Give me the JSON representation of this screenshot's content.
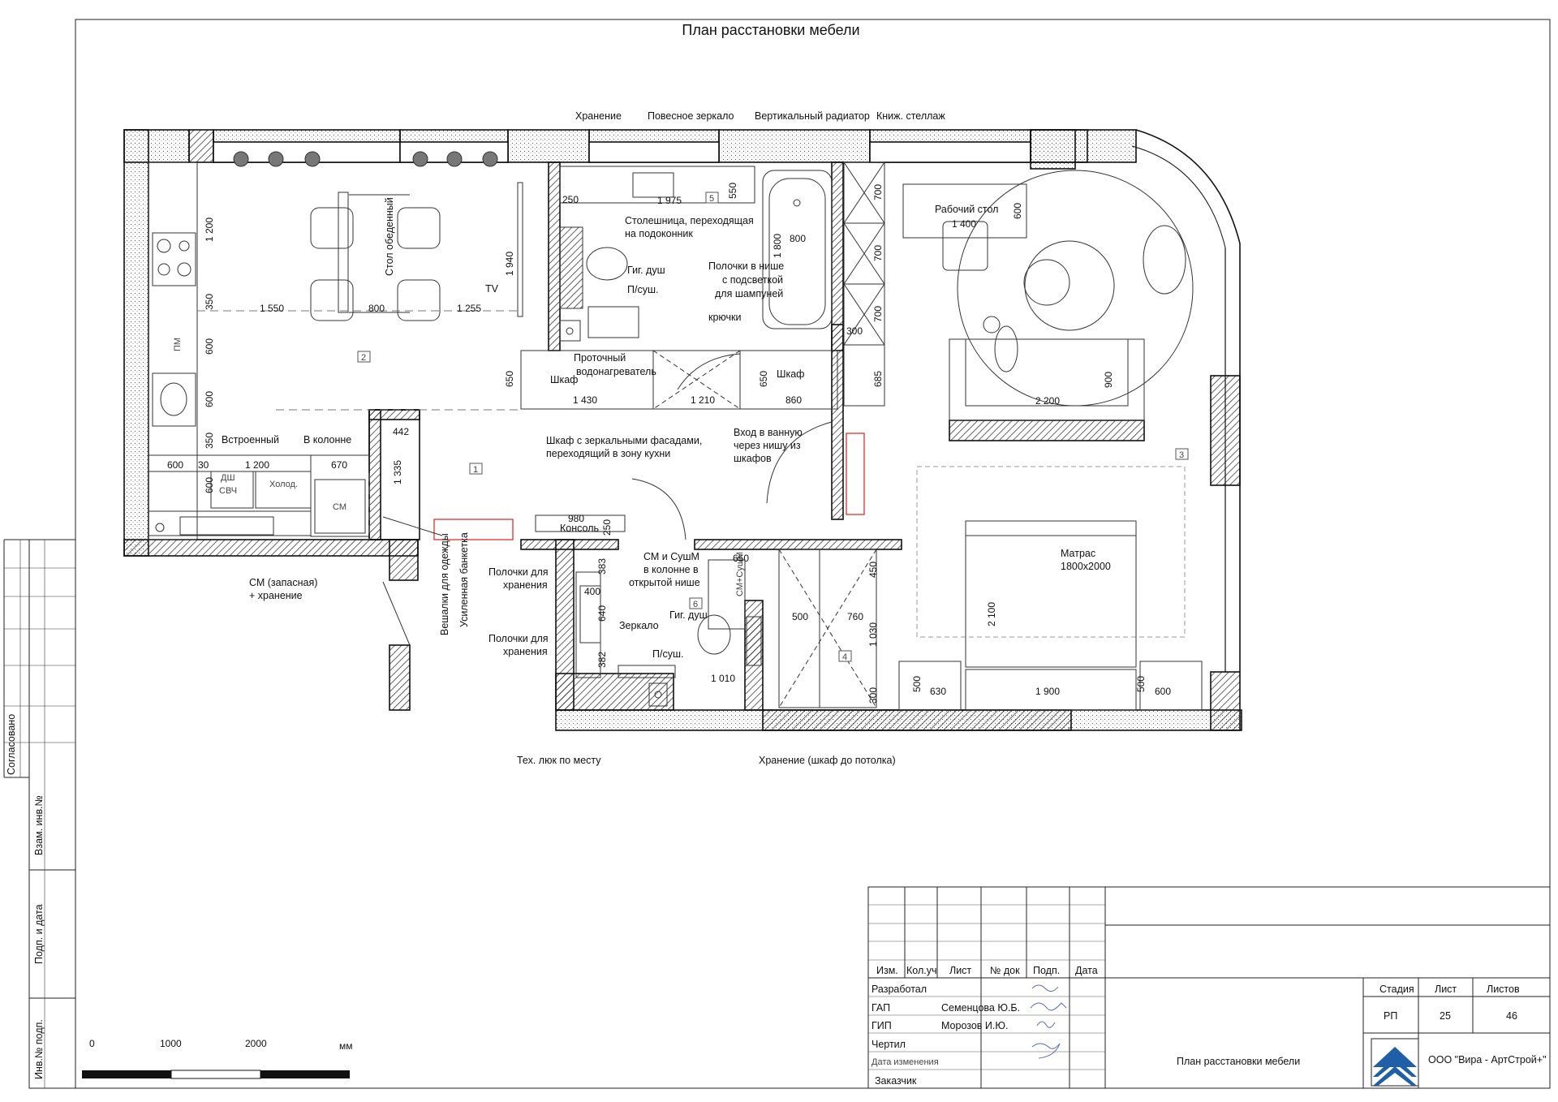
{
  "title": "План расстановки мебели",
  "callouts_top": [
    "Хранение",
    "Повесное зеркало",
    "Вертикальный радиатор",
    "Книж. стеллаж"
  ],
  "room_labels": {
    "dining_table": "Стол обеденный",
    "tv": "TV",
    "pm": "ПМ",
    "builtin": "Встроенный",
    "in_column": "В колонне",
    "dw": "ДШ",
    "mw": "СВЧ",
    "fridge": "Холод.",
    "wm": "СМ",
    "countertop": "Столешница, переходящая",
    "countertop2": "на подоконник",
    "hyg_shower": "Гиг. душ",
    "towel": "П/суш.",
    "shelves_niche1": "Полочки в нише",
    "shelves_niche2": "с подсветкой",
    "shelves_niche3": "для шампуней",
    "hooks": "крючки",
    "heater1": "Проточный",
    "heater2": "водонагреватель",
    "wardrobe": "Шкаф",
    "wardrobe2": "Шкаф",
    "mirror_wardrobe1": "Шкаф с зеркальными фасадами,",
    "mirror_wardrobe2": "переходящий в зону кухни",
    "bath_entry1": "Вход в ванную",
    "bath_entry2": "через нишу из",
    "bath_entry3": "шкафов",
    "desk": "Рабочий стол",
    "mattress1": "Матрас",
    "mattress2": "1800x2000",
    "console": "Консоль",
    "wm_dryer1": "СМ и СушМ",
    "wm_dryer2": "в колонне в",
    "wm_dryer3": "открытой нише",
    "wm_dryer_box": "СМ+СушМ",
    "shelves_storage1": "Полочки для",
    "shelves_storage2": "хранения",
    "shelves_storage3": "Полочки для",
    "shelves_storage4": "хранения",
    "mirror": "Зеркало",
    "hyg_shower2": "Гиг. душ",
    "towel2": "П/суш.",
    "hangers": "Вешалки для одежды",
    "bench": "Усиленная банкетка",
    "wm_spare1": "СМ (запасная)",
    "wm_spare2": "+ хранение",
    "tech_hatch": "Тех. люк по месту",
    "storage_ceiling": "Хранение (шкаф до потолка)"
  },
  "room_numbers": [
    "1",
    "2",
    "3",
    "4",
    "5",
    "6"
  ],
  "dimensions": {
    "d1200": "1 200",
    "d350": "350",
    "d600a": "600",
    "d600b": "600",
    "d350b": "350",
    "d1550": "1 550",
    "d800": "800",
    "d1255": "1 255",
    "d1940": "1 940",
    "d600c": "600",
    "d30": "30",
    "d1200b": "1 200",
    "d670": "670",
    "d600d": "600",
    "d442": "442",
    "d1335": "1 335",
    "d250": "250",
    "d1975": "1 975",
    "d550": "550",
    "d800b": "800",
    "d1800": "1 800",
    "d650": "650",
    "d1430": "1 430",
    "d1210": "1 210",
    "d650b": "650",
    "d860": "860",
    "d700a": "700",
    "d700b": "700",
    "d700c": "700",
    "d300": "300",
    "d685": "685",
    "d1400": "1 400",
    "d600e": "600",
    "d2200": "2 200",
    "d900": "900",
    "d980": "980",
    "d250b": "250",
    "d650c": "650",
    "d383": "383",
    "d400": "400",
    "d640": "640",
    "d382": "382",
    "d1010": "1 010",
    "d450": "450",
    "d500": "500",
    "d760": "760",
    "d1030": "1 030",
    "d300b": "300",
    "d2100": "2 100",
    "d500b": "500",
    "d630": "630",
    "d1900": "1 900",
    "d500c": "500",
    "d600f": "600"
  },
  "scale": {
    "s0": "0",
    "s1000": "1000",
    "s2000": "2000",
    "unit": "мм"
  },
  "side_stamp": {
    "agreed": "Согласовано",
    "inv_replace": "Взам. инв.№",
    "sign_date": "Подп. и дата",
    "inv_orig": "Инв.№ подп."
  },
  "title_block": {
    "col_headers": [
      "Изм.",
      "Кол.уч",
      "Лист",
      "№ док",
      "Подп.",
      "Дата"
    ],
    "rows": [
      {
        "role": "Разработал",
        "name": ""
      },
      {
        "role": "ГАП",
        "name": "Семенцова Ю.Б."
      },
      {
        "role": "ГИП",
        "name": "Морозов И.Ю."
      },
      {
        "role": "Чертил",
        "name": ""
      },
      {
        "role": "Дата изменения",
        "name": ""
      },
      {
        "role": "Заказчик",
        "name": ""
      }
    ],
    "stage_label": "Стадия",
    "sheet_label": "Лист",
    "sheets_label": "Листов",
    "stage": "РП",
    "sheet": "25",
    "sheets": "46",
    "drawing_name": "План расстановки мебели",
    "company": "ООО \"Вира - АртСтрой+\"",
    "logo_color": "#1f5fa8"
  }
}
